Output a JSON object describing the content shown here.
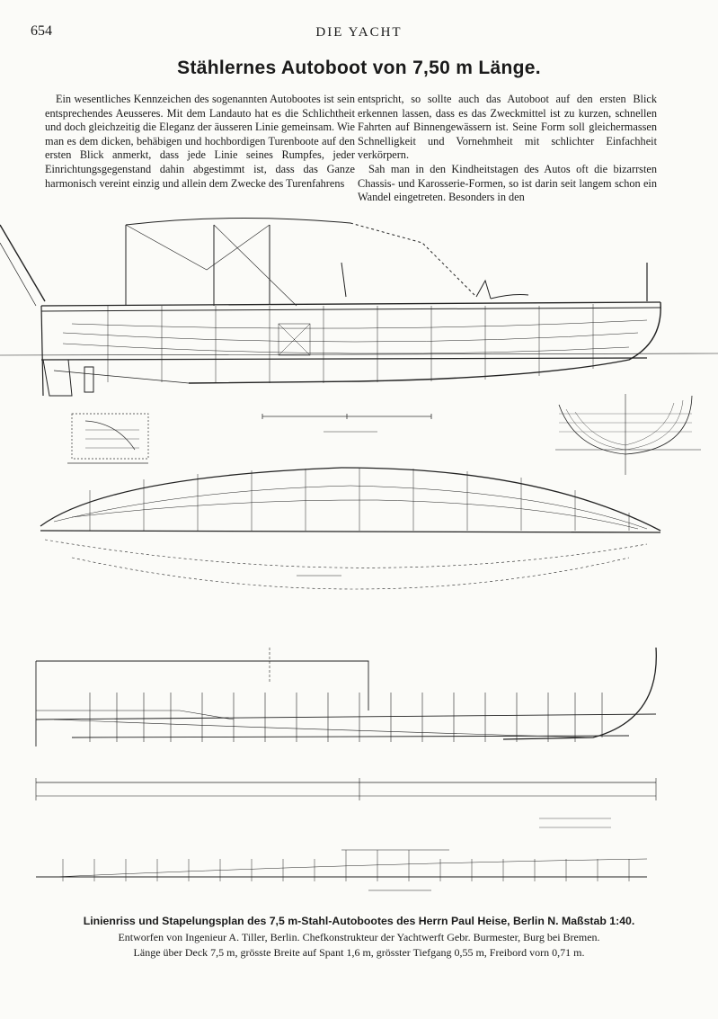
{
  "header": {
    "page_number": "654",
    "journal": "DIE YACHT"
  },
  "article": {
    "title": "Stählernes Autoboot von 7,50 m Länge.",
    "left_column": "Ein wesentliches Kennzeichen des sogenannten Autobootes ist sein entsprechendes Aeusseres. Mit dem Landauto hat es die Schlichtheit und doch gleichzeitig die Eleganz der äusseren Linie gemeinsam. Wie man es dem dicken, behäbigen und hochbordigen Turenboote auf den ersten Blick anmerkt, dass jede Linie seines Rumpfes, jeder Einrichtungsgegenstand dahin abgestimmt ist, dass das Ganze harmonisch vereint einzig und allein dem Zwecke des Turenfahrens",
    "right_column_p1": "entspricht, so sollte auch das Autoboot auf den ersten Blick erkennen lassen, dass es das Zweckmittel ist zu kurzen, schnellen Fahrten auf Binnengewässern ist. Seine Form soll gleichermassen Schnelligkeit und Vornehmheit mit schlichter Einfachheit verkörpern.",
    "right_column_p2": "Sah man in den Kindheitstagen des Autos oft die bizarrsten Chassis- und Karosserie-Formen, so ist darin seit langem schon ein Wandel eingetreten. Besonders in den"
  },
  "figure": {
    "caption_line1": "Linienriss und Stapelungsplan des 7,5 m-Stahl-Autobootes des Herrn Paul Heise, Berlin N. Maßstab 1:40.",
    "caption_line2": "Entworfen von Ingenieur A. Tiller, Berlin. Chefkonstrukteur der Yachtwerft Gebr. Burmester, Burg bei Bremen.",
    "caption_line3": "Länge über Deck 7,5 m, grösste Breite auf Spant 1,6 m, grösster Tiefgang 0,55 m, Freibord vorn 0,71 m."
  }
}
